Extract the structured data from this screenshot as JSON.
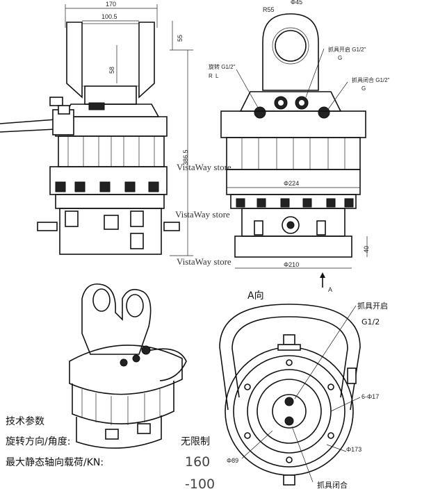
{
  "dimensions": {
    "width_top": "170",
    "inner_width": "100.5",
    "height_top": "55",
    "height_58": "58",
    "total_height": "386.5",
    "radius": "R55",
    "bore": "Φ45",
    "diameter_224": "Φ224",
    "diameter_210": "Φ210",
    "height_40": "40",
    "diameter_173": "Φ173",
    "diameter_89": "Φ89",
    "holes": "6-Φ17"
  },
  "ports": {
    "rotate": "旋转 G1/2\"",
    "grab_open_top": "抓具开启 G1/2\"",
    "grab_close_top": "抓具闭合 G1/2\"",
    "port_l": "L",
    "port_r": "R",
    "port_g": "G"
  },
  "views": {
    "view_a_title": "A向",
    "arrow_a": "A",
    "grab_open": "抓具开启",
    "g_half": "G1/2",
    "grab_close": "抓具闭合"
  },
  "watermarks": [
    "VistaWay store",
    "VistaWay store",
    "VistaWay store"
  ],
  "specs": {
    "title": "技术参数",
    "rows": [
      {
        "label": "旋转方向/角度:",
        "value": "无限制"
      },
      {
        "label": "最大静态轴向载荷/KN:",
        "value": "160"
      },
      {
        "label": "",
        "value": "-100"
      }
    ]
  }
}
